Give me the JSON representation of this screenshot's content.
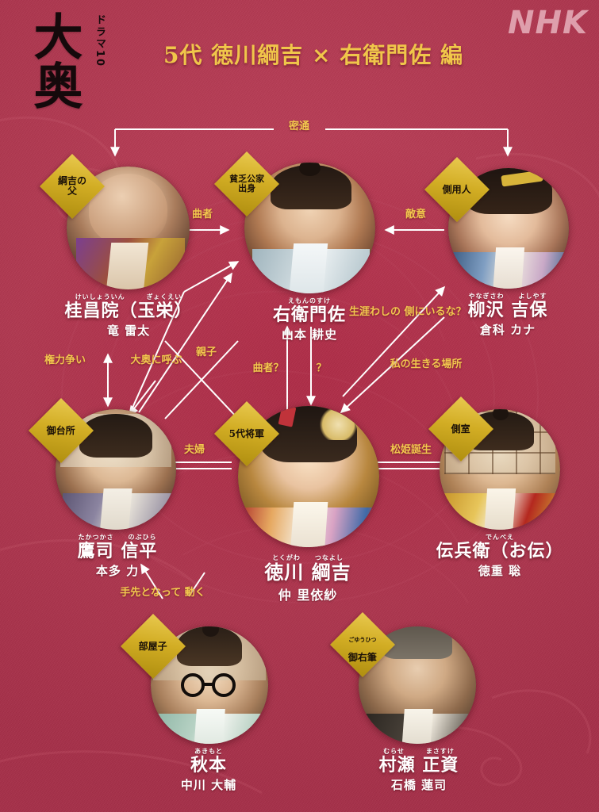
{
  "header": {
    "logo_main": "大奥",
    "logo_sub": "ドラマ10",
    "network": "NHK",
    "title": "5代 徳川綱吉 × 右衛門佐 編",
    "title_color": "#f0c64a",
    "background_color": "#b23a51",
    "badge_color": "#d2ad24"
  },
  "characters": [
    {
      "id": "keishoin",
      "badge": "綱吉の\n父",
      "badge_ruby": "",
      "ruby": "けいしょういん　　　ぎょくえい",
      "name": "桂昌院（玉栄）",
      "actor": "竜 雷太"
    },
    {
      "id": "emonnosuke",
      "badge": "貧乏公家\n出身",
      "badge_ruby": "",
      "ruby": "えもんのすけ",
      "name": "右衛門佐",
      "actor": "山本 耕史"
    },
    {
      "id": "yanagisawa",
      "badge": "側用人",
      "badge_ruby": "",
      "ruby": "やなぎさわ　　よしやす",
      "name": "柳沢 吉保",
      "actor": "倉科 カナ"
    },
    {
      "id": "takatsukasa",
      "badge": "御台所",
      "badge_ruby": "",
      "ruby": "たかつかさ　　のぶひら",
      "name": "鷹司 信平",
      "actor": "本多 力"
    },
    {
      "id": "tsunayoshi",
      "badge": "5代将軍",
      "badge_ruby": "",
      "ruby": "とくがわ　　つなよし",
      "name": "徳川 綱吉",
      "actor": "仲 里依紗"
    },
    {
      "id": "denbee",
      "badge": "側室",
      "badge_ruby": "",
      "ruby": "でんべえ",
      "name": "伝兵衛（お伝）",
      "actor": "徳重 聡"
    },
    {
      "id": "akimoto",
      "badge": "部屋子",
      "badge_ruby": "",
      "ruby": "あきもと",
      "name": "秋本",
      "actor": "中川 大輔"
    },
    {
      "id": "murase",
      "badge": "御右筆",
      "badge_ruby": "ごゆうひつ",
      "ruby": "むらせ　　　まさすけ",
      "name": "村瀬 正資",
      "actor": "石橋 蓮司"
    }
  ],
  "relations": {
    "mitsuu": "密通",
    "kusemono": "曲者",
    "tekii": "敵意",
    "kenryoku_arasoi": "権力争い",
    "ooku_ni_yobu": "大奥に呼ぶ",
    "oyako": "親子",
    "kusemono_q": "曲者？",
    "question": "？",
    "shougai": "生涯わしの\n側にいるな？",
    "ikiru_basho": "私の生きる場所",
    "fuufu": "夫婦",
    "matsuhime": "松姫誕生",
    "tesaki": "手先となって\n動く"
  }
}
